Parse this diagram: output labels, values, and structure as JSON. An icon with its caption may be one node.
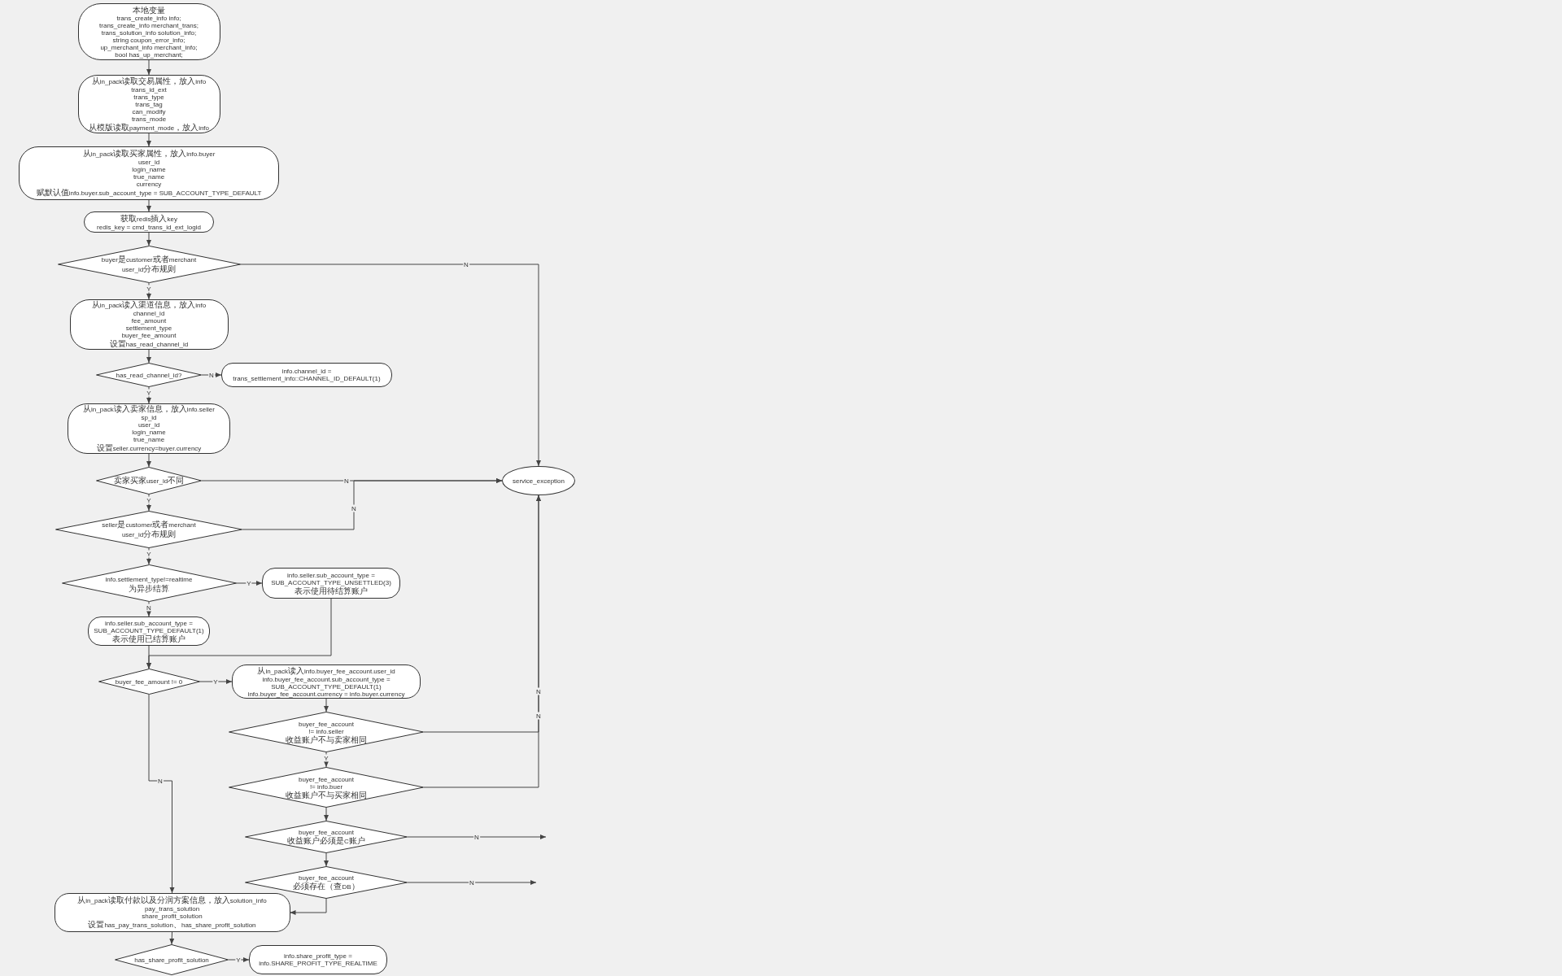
{
  "diagram": {
    "nodes": [
      {
        "text": [
          "本地变量",
          "trans_create_info info;",
          "trans_create_info merchant_trans;",
          "trans_solution_info solution_info;",
          "string coupon_error_info;",
          "up_merchant_info merchant_info;",
          "bool has_up_merchant;"
        ]
      },
      {
        "text": [
          "从in_pack读取交易属性，放入info",
          "trans_id_ext",
          "trans_type",
          "trans_tag",
          "can_modify",
          "trans_mode",
          "从模版读取payment_mode，放入info"
        ]
      },
      {
        "text": [
          "从in_pack读取买家属性，放入info.buyer",
          "user_id",
          "login_name",
          "true_name",
          "currency",
          "赋默认值info.buyer.sub_account_type = SUB_ACCOUNT_TYPE_DEFAULT"
        ]
      },
      {
        "text": [
          "获取redis插入key",
          "redis_key = cmd_trans_id_ext_logid"
        ]
      },
      {
        "text": [
          "buyer是customer或者merchant user_id分布规则"
        ]
      },
      {
        "text": [
          "从in_pack读入渠道信息，放入info",
          "channel_id",
          "fee_amount",
          "settlement_type",
          "buyer_fee_amount",
          "设置has_read_channel_id"
        ]
      },
      {
        "text": [
          "has_read_channel_id?"
        ]
      },
      {
        "text": [
          "info.channel_id = trans_settlement_info::CHANNEL_ID_DEFAULT(1)"
        ]
      },
      {
        "text": [
          "从in_pack读入卖家信息，放入info.seller",
          "sp_id",
          "user_id",
          "login_name",
          "true_name",
          "设置seller.currency=buyer.currency"
        ]
      },
      {
        "text": [
          "卖家买家user_id不同"
        ]
      },
      {
        "text": [
          "seller是customer或者merchant user_id分布规则"
        ]
      },
      {
        "text": [
          "info.settlement_type!=realtime 为异步结算"
        ]
      },
      {
        "text": [
          "info.seller.sub_account_type = SUB_ACCOUNT_TYPE_UNSETTLED(3)",
          "表示使用待结算账户"
        ]
      },
      {
        "text": [
          "info.seller.sub_account_type = SUB_ACCOUNT_TYPE_DEFAULT(1)",
          "表示使用已结算账户"
        ]
      },
      {
        "text": [
          "buyer_fee_amount != 0"
        ]
      },
      {
        "text": [
          "从in_pack读入info.buyer_fee_account.user_id",
          "info.buyer_fee_account.sub_account_type = SUB_ACCOUNT_TYPE_DEFAULT(1)",
          "info.buyer_fee_account.currency = info.buyer.currency"
        ]
      },
      {
        "text": [
          "buyer_fee_account != info.seller",
          "收益账户不与卖家相同"
        ]
      },
      {
        "text": [
          "buyer_fee_account != info.buer",
          "收益账户不与买家相同"
        ]
      },
      {
        "text": [
          "buyer_fee_account",
          "收益账户必须是C账户"
        ]
      },
      {
        "text": [
          "buyer_fee_account",
          "必须存在（查DB）"
        ]
      },
      {
        "text": [
          "从in_pack读取付款以及分润方案信息，放入solution_info",
          "pay_trans_solution",
          "share_profit_solution",
          "设置has_pay_trans_solution、has_share_profit_solution"
        ]
      },
      {
        "text": [
          "has_share_profit_solution"
        ]
      },
      {
        "text": [
          "info.share_profit_type = info.SHARE_PROFIT_TYPE_REALTIME"
        ]
      },
      {
        "text": [
          "service_exception"
        ]
      }
    ],
    "edges": [
      {
        "from": 0,
        "to": 1,
        "arrow": "to"
      },
      {
        "from": 1,
        "to": 2,
        "arrow": "to"
      },
      {
        "from": 2,
        "to": 3,
        "arrow": "to"
      },
      {
        "from": 3,
        "to": 4,
        "arrow": "to"
      },
      {
        "from": 4,
        "to": 23,
        "arrow": "to",
        "label": "N"
      },
      {
        "from": 4,
        "to": 5,
        "arrow": "to",
        "label": "Y"
      },
      {
        "from": 5,
        "to": 6,
        "arrow": "to"
      },
      {
        "from": 6,
        "to": 7,
        "arrow": "to",
        "label": "N"
      },
      {
        "from": 6,
        "to": 8,
        "arrow": "to",
        "label": "Y"
      },
      {
        "from": 8,
        "to": 9,
        "arrow": "to"
      },
      {
        "from": 9,
        "to": 23,
        "arrow": "to",
        "label": "N"
      },
      {
        "from": 9,
        "to": 10,
        "arrow": "to",
        "label": "Y"
      },
      {
        "from": 10,
        "to": 23,
        "arrow": "to",
        "label": "N"
      },
      {
        "from": 10,
        "to": 11,
        "arrow": "to",
        "label": "Y"
      },
      {
        "from": 11,
        "to": 12,
        "arrow": "to",
        "label": "Y"
      },
      {
        "from": 11,
        "to": 13,
        "arrow": "to",
        "label": "N"
      },
      {
        "from": 13,
        "to": 14,
        "arrow": "to"
      },
      {
        "from": 12,
        "to": 14,
        "arrow": "to"
      },
      {
        "from": 14,
        "to": 15,
        "arrow": "to",
        "label": "Y"
      },
      {
        "from": 14,
        "to": 20,
        "arrow": "to",
        "label": "N"
      },
      {
        "from": 15,
        "to": 16,
        "arrow": "to"
      },
      {
        "from": 16,
        "to": 17,
        "arrow": "to",
        "label": "Y"
      },
      {
        "from": 16,
        "to": 23,
        "arrow": "to",
        "label": "N"
      },
      {
        "from": 17,
        "to": 23,
        "arrow": "to",
        "label": "N"
      },
      {
        "from": 17,
        "to": 18,
        "arrow": "to"
      },
      {
        "from": 18,
        "to": null,
        "arrow": "to",
        "label": "N"
      },
      {
        "from": 18,
        "to": 19,
        "arrow": "to"
      },
      {
        "from": 19,
        "to": null,
        "arrow": "to",
        "label": "N"
      },
      {
        "from": 19,
        "to": 20,
        "arrow": "to"
      },
      {
        "from": 20,
        "to": 21,
        "arrow": "to"
      },
      {
        "from": 21,
        "to": 22,
        "arrow": "to",
        "label": "Y"
      }
    ]
  }
}
